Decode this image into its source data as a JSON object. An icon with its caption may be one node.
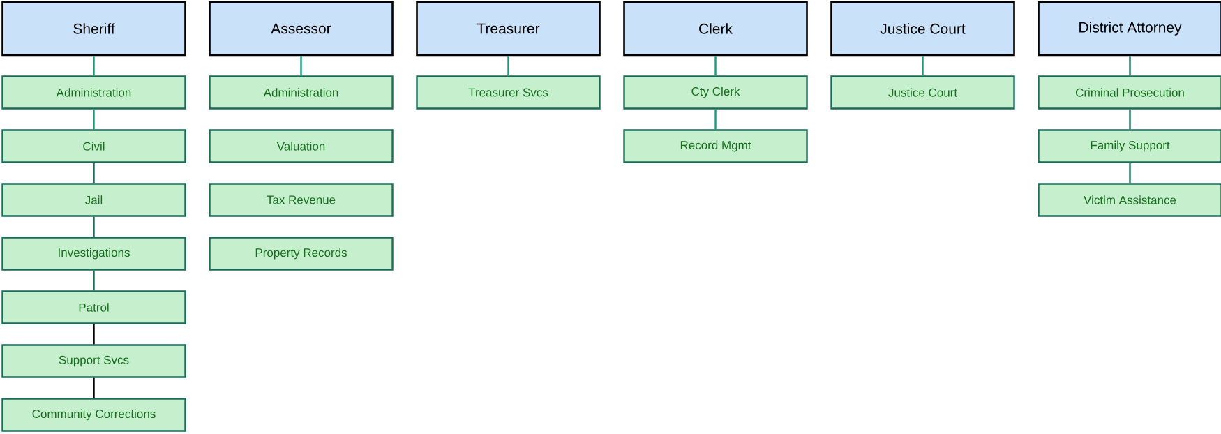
{
  "diagram": {
    "nodes": [
      {
        "text": [
          "Sheriff"
        ]
      },
      {
        "text": [
          "Administration"
        ]
      },
      {
        "text": [
          "Civil"
        ]
      },
      {
        "text": [
          "Jail"
        ]
      },
      {
        "text": [
          "Investigations"
        ]
      },
      {
        "text": [
          "Patrol"
        ]
      },
      {
        "text": [
          "Support Svcs"
        ]
      },
      {
        "text": [
          "Community Corrections"
        ]
      },
      {
        "text": [
          "Assessor"
        ]
      },
      {
        "text": [
          "Administration"
        ]
      },
      {
        "text": [
          "Valuation"
        ]
      },
      {
        "text": [
          "Tax Revenue"
        ]
      },
      {
        "text": [
          "Property Records"
        ]
      },
      {
        "text": [
          "Treasurer"
        ]
      },
      {
        "text": [
          "Treasurer Svcs"
        ]
      },
      {
        "text": [
          "Clerk"
        ]
      },
      {
        "text": [
          "Cty Clerk"
        ]
      },
      {
        "text": [
          "Record Mgmt"
        ]
      },
      {
        "text": [
          "Justice Court"
        ]
      },
      {
        "text": [
          "Justice Court"
        ]
      },
      {
        "text": [
          "District Attorney"
        ]
      },
      {
        "text": [
          "Criminal Prosecution"
        ]
      },
      {
        "text": [
          "Family Support"
        ]
      },
      {
        "text": [
          "Victim Assistance"
        ]
      }
    ],
    "edges": [
      {
        "from": 0,
        "to": 1,
        "arrow": "none"
      },
      {
        "from": 1,
        "to": 2,
        "arrow": "none"
      },
      {
        "from": 2,
        "to": 3,
        "arrow": "none",
        "color": "#1c6b5a"
      },
      {
        "from": 3,
        "to": 4,
        "arrow": "none",
        "color": "#1c6b5a"
      },
      {
        "from": 4,
        "to": 5,
        "arrow": "none",
        "color": "#1c6b5a"
      },
      {
        "from": 5,
        "to": 6,
        "arrow": "none",
        "color": "#000000"
      },
      {
        "from": 6,
        "to": 7,
        "arrow": "none",
        "color": "#000000"
      },
      {
        "from": 8,
        "to": 9,
        "arrow": "none"
      },
      {
        "from": 13,
        "to": 14,
        "arrow": "none"
      },
      {
        "from": 15,
        "to": 16,
        "arrow": "none"
      },
      {
        "from": 16,
        "to": 17,
        "arrow": "none"
      },
      {
        "from": 18,
        "to": 19,
        "arrow": "none"
      },
      {
        "from": 20,
        "to": 21,
        "arrow": "none",
        "color": "#1c6b5a"
      },
      {
        "from": 21,
        "to": 22,
        "arrow": "none",
        "color": "#1c6b5a"
      },
      {
        "from": 22,
        "to": 23,
        "arrow": "none",
        "color": "#1c6b5a"
      }
    ]
  }
}
